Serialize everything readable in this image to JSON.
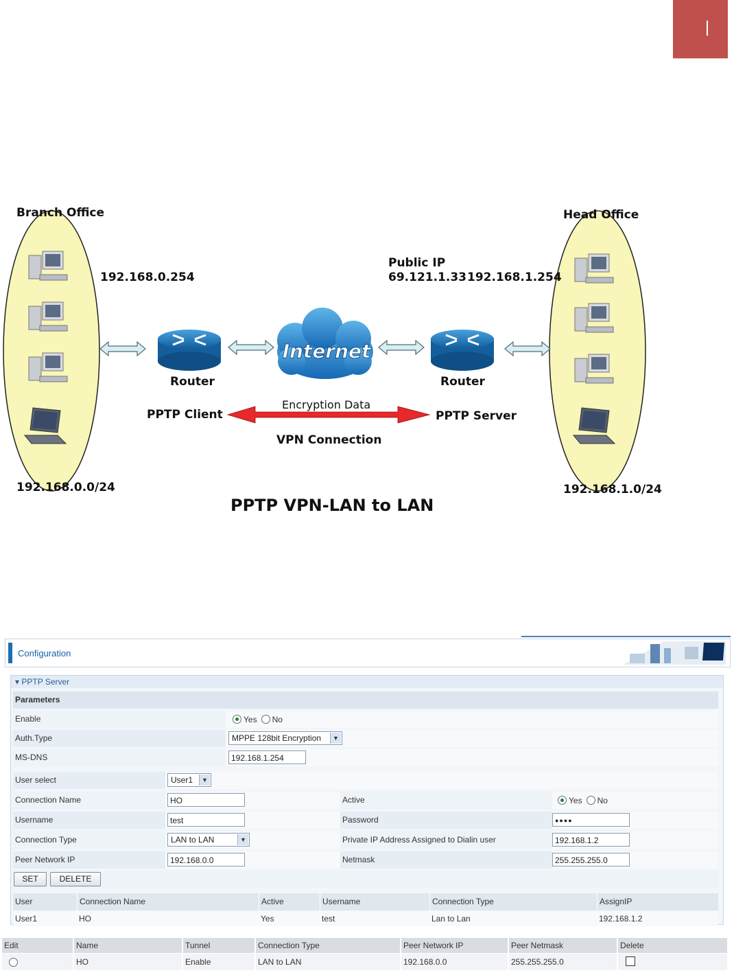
{
  "diagram": {
    "branch_office": "Branch Office",
    "head_office": "Head Office",
    "branch_gateway_ip": "192.168.0.254",
    "public_ip_label": "Public IP",
    "public_ip": "69.121.1.33",
    "head_gateway_ip": "192.168.1.254",
    "internet": "Internet",
    "router_left": "Router",
    "router_right": "Router",
    "pptp_client": "PPTP Client",
    "pptp_server": "PPTP Server",
    "encryption_data": "Encryption Data",
    "vpn_connection": "VPN Connection",
    "branch_subnet": "192.168.0.0/24",
    "head_subnet": "192.168.1.0/24",
    "title": "PPTP VPN-LAN to LAN"
  },
  "config": {
    "header_title": "Configuration",
    "section_title": "▾ PPTP Server",
    "parameters_label": "Parameters",
    "enable_label": "Enable",
    "enable_yes": "Yes",
    "enable_no": "No",
    "enable_value": "Yes",
    "auth_type_label": "Auth.Type",
    "auth_type_value": "MPPE 128bit Encryption",
    "ms_dns_label": "MS-DNS",
    "ms_dns_value": "192.168.1.254",
    "user_select_label": "User select",
    "user_select_value": "User1",
    "connection_name_label": "Connection Name",
    "connection_name_value": "HO",
    "active_label": "Active",
    "active_yes": "Yes",
    "active_no": "No",
    "active_value": "Yes",
    "username_label": "Username",
    "username_value": "test",
    "password_label": "Password",
    "password_value": "●●●●",
    "connection_type_label": "Connection Type",
    "connection_type_value": "LAN to LAN",
    "private_ip_label": "Private IP Address Assigned to Dialin user",
    "private_ip_value": "192.168.1.2",
    "peer_network_ip_label": "Peer Network IP",
    "peer_network_ip_value": "192.168.0.0",
    "netmask_label": "Netmask",
    "netmask_value": "255.255.255.0",
    "set_button": "SET",
    "delete_button": "DELETE"
  },
  "user_table": {
    "headers": [
      "User",
      "Connection Name",
      "Active",
      "Username",
      "Connection Type",
      "AssignIP"
    ],
    "rows": [
      [
        "User1",
        "HO",
        "Yes",
        "test",
        "Lan to Lan",
        "192.168.1.2"
      ]
    ]
  },
  "tunnel_table": {
    "headers": [
      "Edit",
      "Name",
      "Tunnel",
      "Connection Type",
      "Peer Network IP",
      "Peer Netmask",
      "Delete"
    ],
    "rows": [
      [
        "",
        "HO",
        "Enable",
        "LAN to LAN",
        "192.168.0.0",
        "255.255.255.0",
        ""
      ]
    ]
  }
}
